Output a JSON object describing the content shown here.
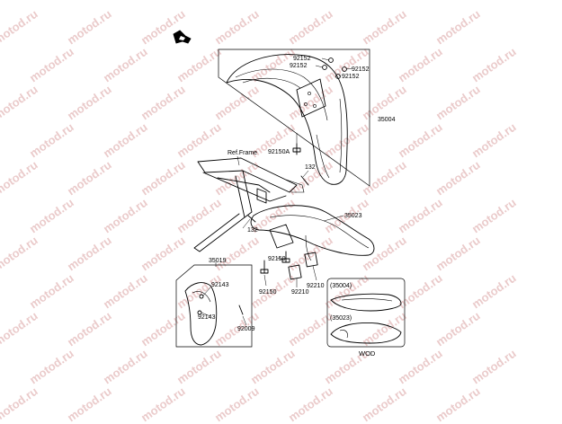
{
  "watermark": {
    "text": "motod.ru",
    "color": "#d9a0a0"
  },
  "callouts": {
    "p92152_a": "92152",
    "p92152_b": "92152",
    "p92152_c": "92152",
    "p92152_d": "92152",
    "p35004": "35004",
    "p92150A": "92150A",
    "ref_frame": "Ref.Frame",
    "p132_a": "132",
    "p132_b": "132",
    "p35023": "35023",
    "p92150_a": "92150",
    "p92150_b": "92150",
    "p92210_a": "92210",
    "p92210_b": "92210",
    "p35019": "35019",
    "p92143_a": "92143",
    "p92143_b": "92143",
    "p92009": "92009"
  },
  "inset": {
    "label_top": "(35004)",
    "label_bottom": "(35023)",
    "caption": "WOD"
  }
}
